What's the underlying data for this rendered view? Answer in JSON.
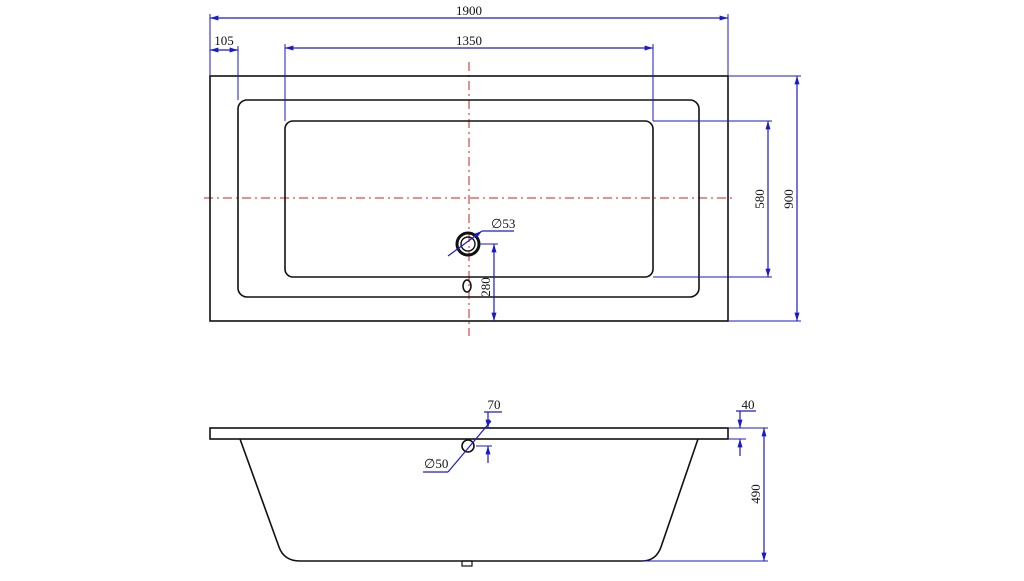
{
  "colors": {
    "outline": "#111111",
    "dimension": "#1a1acc",
    "centerline": "#cc2222"
  },
  "top_view": {
    "overall_length": "1900",
    "inner_offset": "105",
    "basin_length": "1350",
    "basin_width": "580",
    "overall_width": "900",
    "drain_diameter": "∅53",
    "drain_offset": "280"
  },
  "side_view": {
    "overflow_offset": "70",
    "rim_thickness": "40",
    "overflow_diameter": "∅50",
    "depth": "490"
  }
}
